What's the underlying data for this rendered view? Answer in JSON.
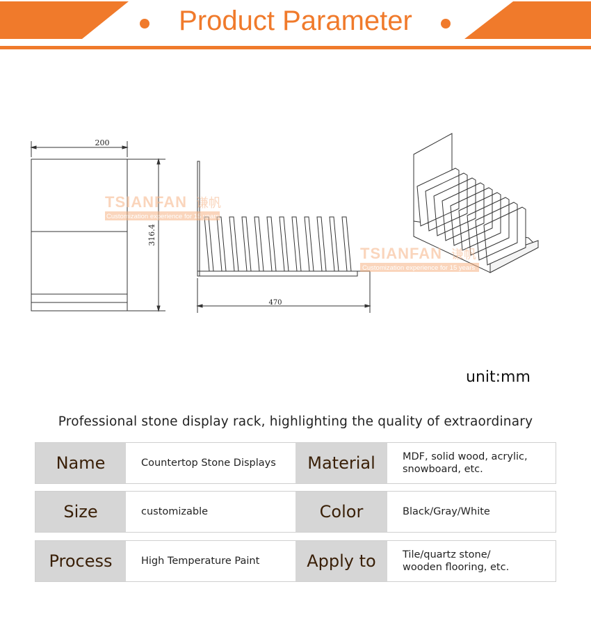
{
  "header": {
    "title": "Product Parameter",
    "accent_color": "#f07a2b"
  },
  "drawing": {
    "front_view": {
      "width_label": "200",
      "height_label": "316.4"
    },
    "side_view": {
      "length_label": "470"
    },
    "watermark": {
      "brand": "TSIANFAN",
      "brand_cn": "谦帆",
      "slogan": "Customization experience for 15 years"
    }
  },
  "unit": "unit:mm",
  "tagline": "Professional stone display rack, highlighting the quality of extraordinary",
  "specs": [
    {
      "label1": "Name",
      "value1": "Countertop Stone Displays",
      "label2": "Material",
      "value2": "MDF, solid wood, acrylic,\nsnowboard, etc."
    },
    {
      "label1": "Size",
      "value1": "customizable",
      "label2": "Color",
      "value2": "Black/Gray/White"
    },
    {
      "label1": "Process",
      "value1": "High Temperature Paint",
      "label2": "Apply to",
      "value2": "Tile/quartz stone/\nwooden flooring, etc."
    }
  ]
}
